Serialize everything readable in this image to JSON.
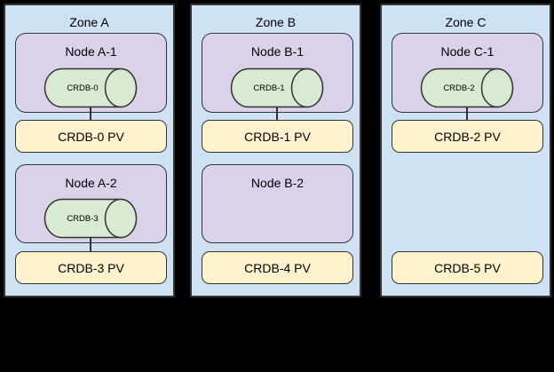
{
  "colors": {
    "background": "#000000",
    "zone_fill": "#cfe2f3",
    "node_fill": "#d9d2e9",
    "cylinder_fill": "#d9ead3",
    "pv_fill": "#fff2cc",
    "border": "#333333"
  },
  "diagram": {
    "zones": [
      {
        "label": "Zone A",
        "nodes": [
          {
            "label": "Node A-1",
            "pod_label": "CRDB-0"
          },
          {
            "label": "Node A-2",
            "pod_label": "CRDB-3"
          }
        ],
        "pvs": [
          {
            "label": "CRDB-0 PV"
          },
          {
            "label": "CRDB-3 PV"
          }
        ]
      },
      {
        "label": "Zone B",
        "nodes": [
          {
            "label": "Node B-1",
            "pod_label": "CRDB-1"
          },
          {
            "label": "Node B-2"
          }
        ],
        "pvs": [
          {
            "label": "CRDB-1 PV"
          },
          {
            "label": "CRDB-4 PV"
          }
        ]
      },
      {
        "label": "Zone C",
        "nodes": [
          {
            "label": "Node C-1",
            "pod_label": "CRDB-2"
          }
        ],
        "pvs": [
          {
            "label": "CRDB-2 PV"
          },
          {
            "label": "CRDB-5 PV"
          }
        ]
      }
    ]
  }
}
